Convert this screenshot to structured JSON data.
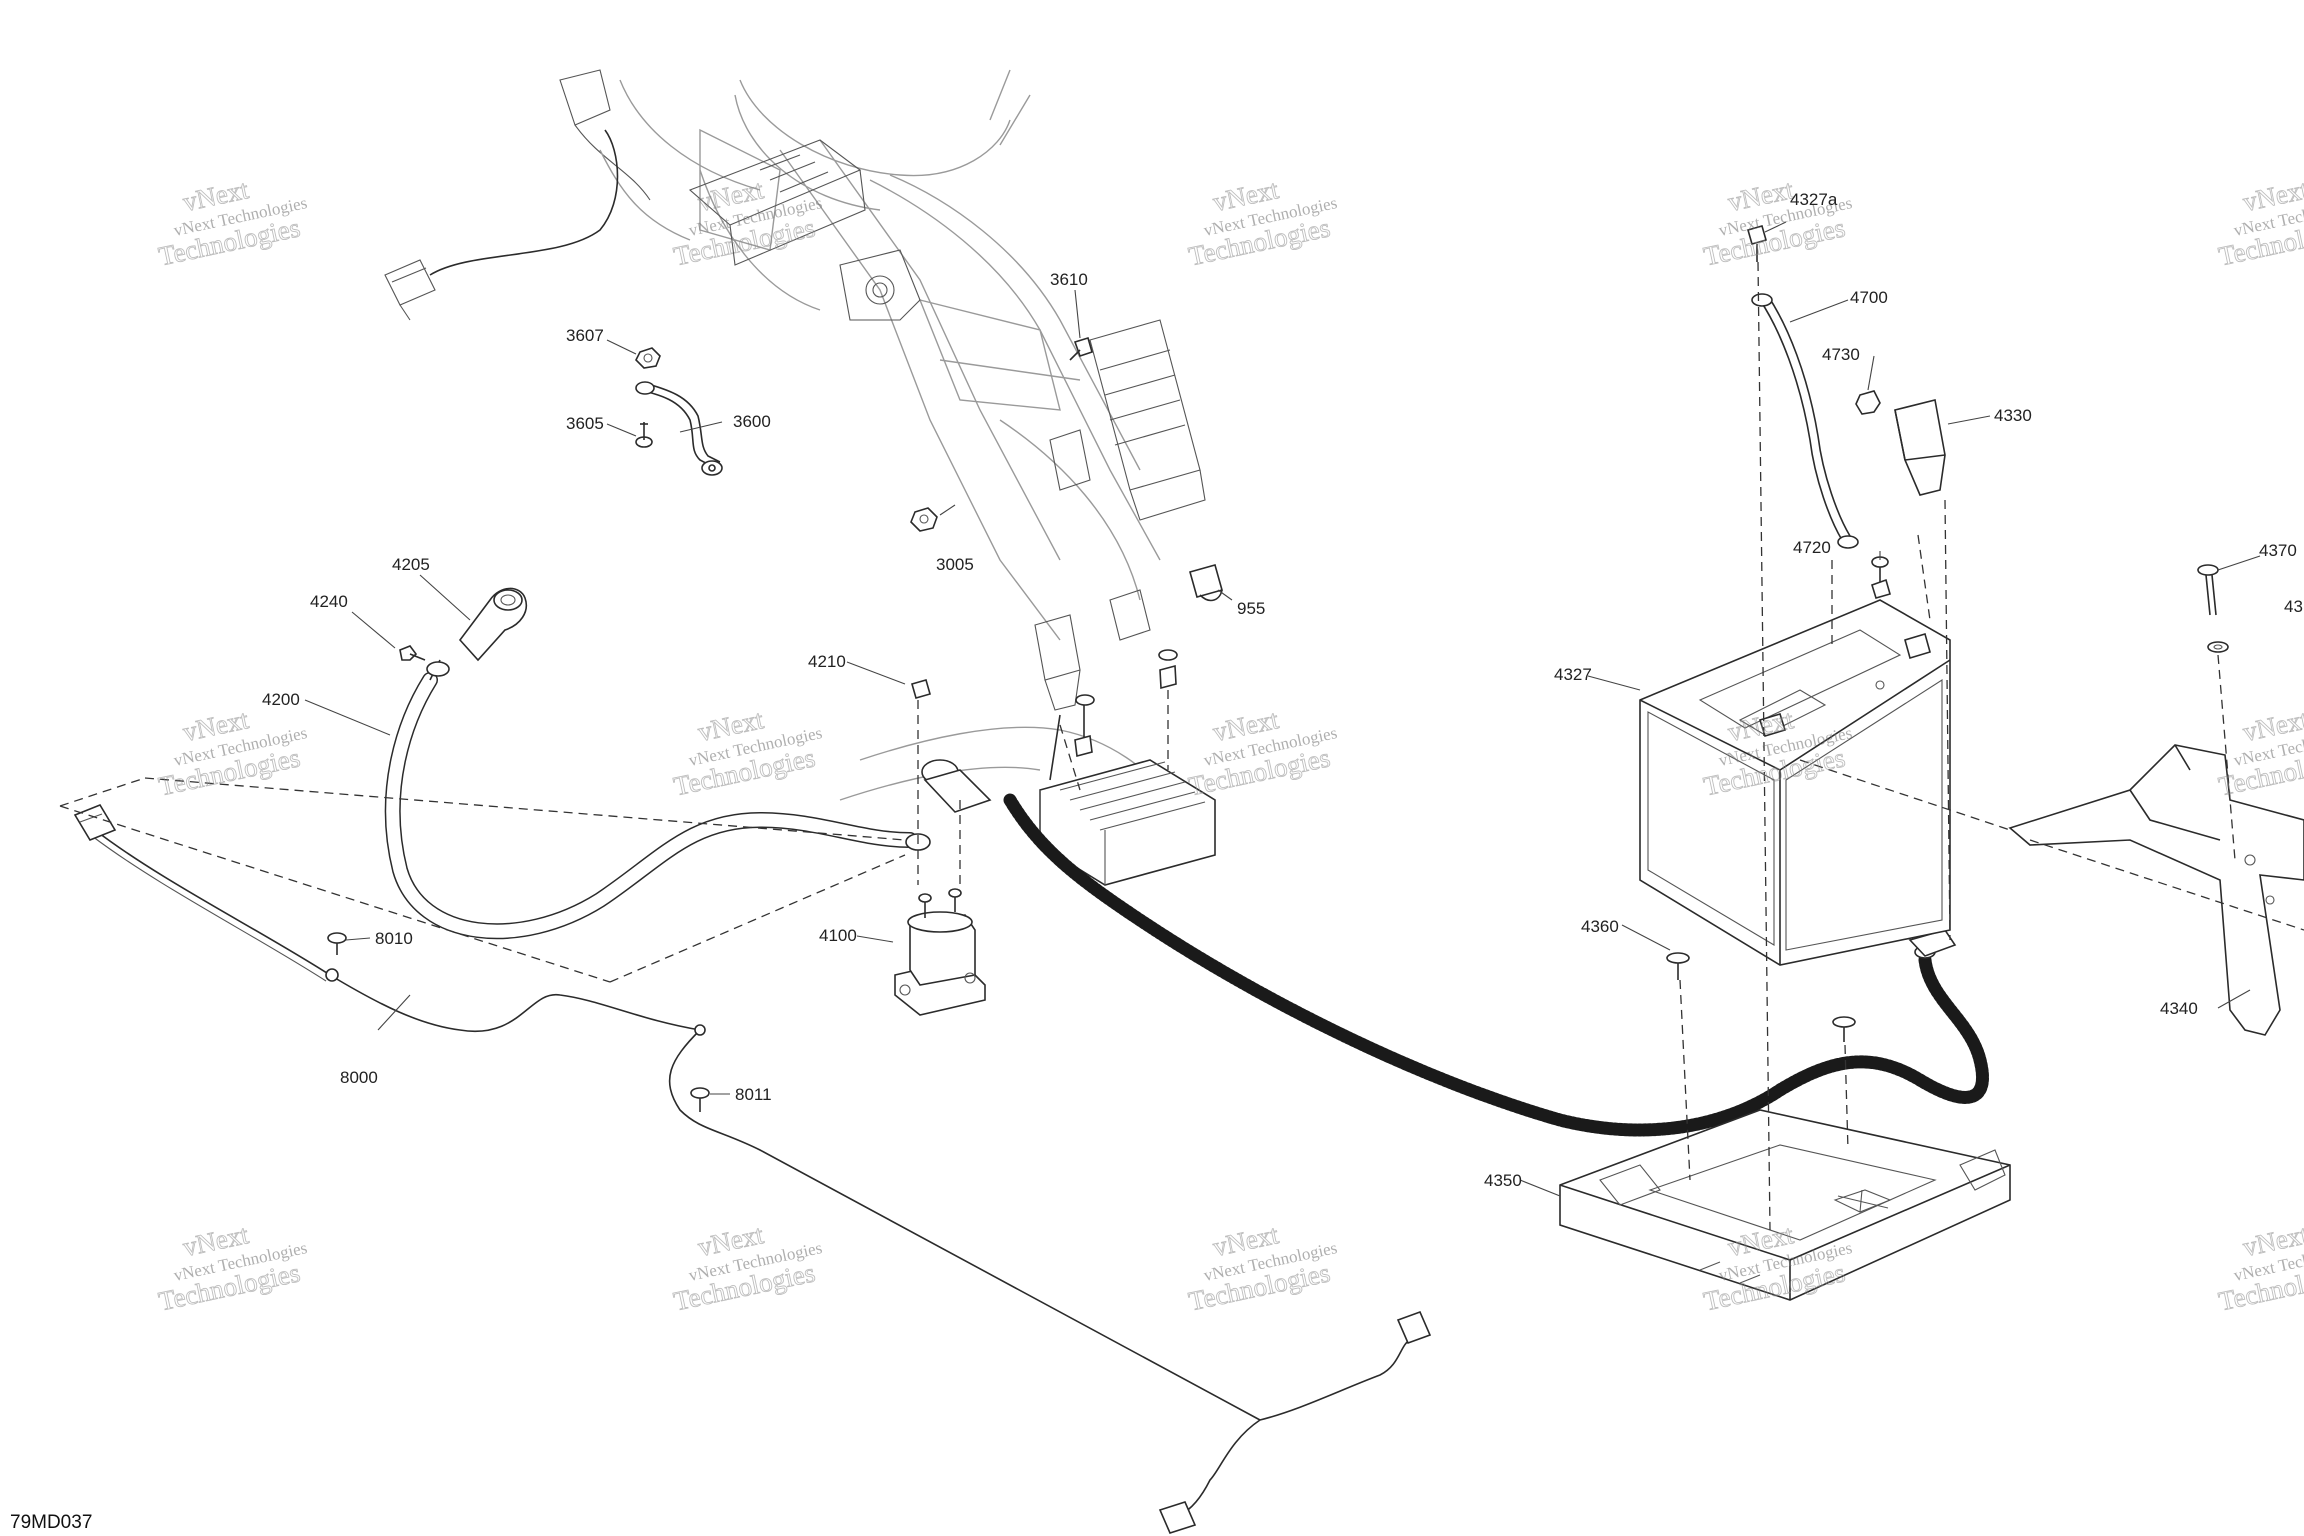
{
  "diagram_id": "79MD037",
  "watermark": {
    "line1": "vNext Technologies",
    "line2": "Technologies",
    "line3": "vNext"
  },
  "part_labels": [
    {
      "id": "3607",
      "text": "3607"
    },
    {
      "id": "3605",
      "text": "3605"
    },
    {
      "id": "3600",
      "text": "3600"
    },
    {
      "id": "3610",
      "text": "3610"
    },
    {
      "id": "3005",
      "text": "3005"
    },
    {
      "id": "955",
      "text": "955"
    },
    {
      "id": "4205",
      "text": "4205"
    },
    {
      "id": "4240",
      "text": "4240"
    },
    {
      "id": "4200",
      "text": "4200"
    },
    {
      "id": "4210",
      "text": "4210"
    },
    {
      "id": "4100",
      "text": "4100"
    },
    {
      "id": "8010",
      "text": "8010"
    },
    {
      "id": "8000",
      "text": "8000"
    },
    {
      "id": "8011",
      "text": "8011"
    },
    {
      "id": "4327a",
      "text": "4327a"
    },
    {
      "id": "4700",
      "text": "4700"
    },
    {
      "id": "4730",
      "text": "4730"
    },
    {
      "id": "4330",
      "text": "4330"
    },
    {
      "id": "4720",
      "text": "4720"
    },
    {
      "id": "4327",
      "text": "4327"
    },
    {
      "id": "4360",
      "text": "4360"
    },
    {
      "id": "4350",
      "text": "4350"
    },
    {
      "id": "4370",
      "text": "4370"
    },
    {
      "id": "43",
      "text": "43"
    },
    {
      "id": "4340",
      "text": "4340"
    }
  ]
}
